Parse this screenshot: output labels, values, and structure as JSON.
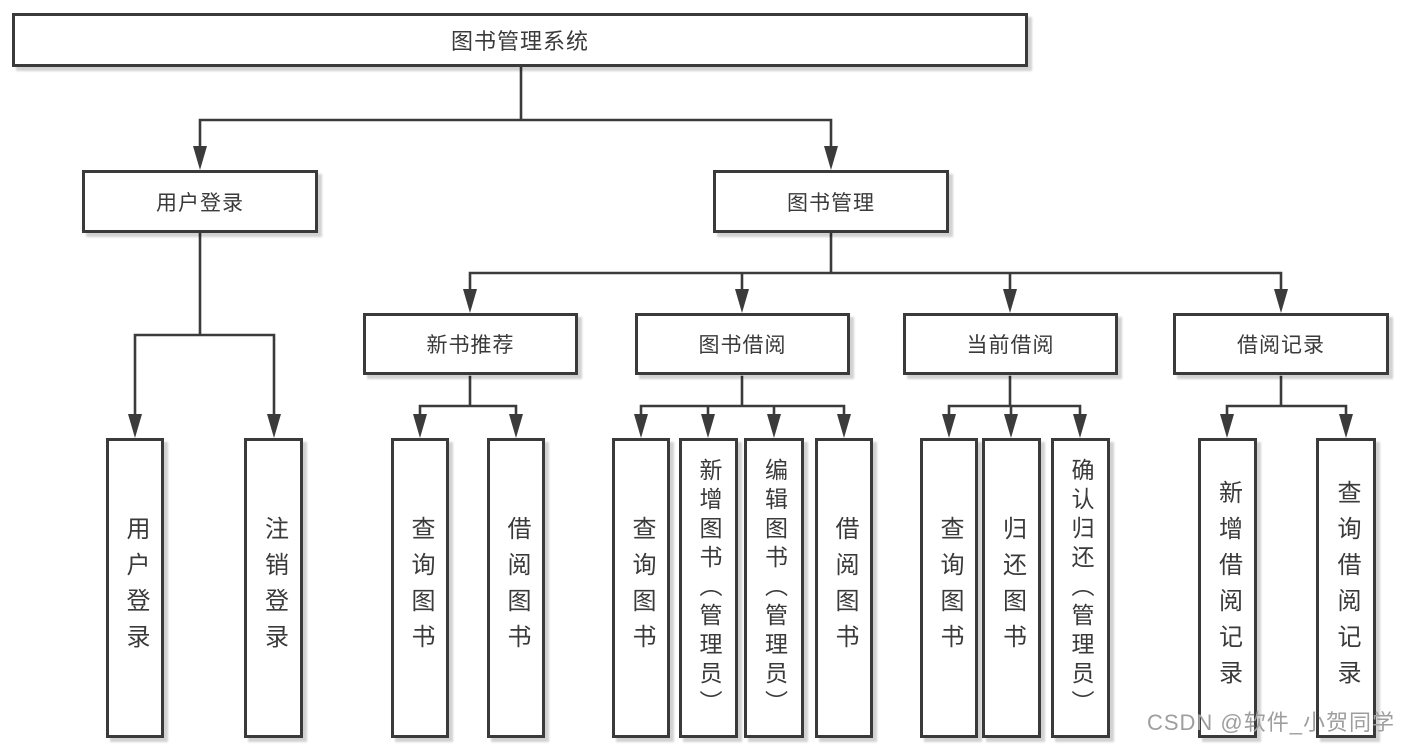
{
  "diagram_title": "图书管理系统",
  "tree": {
    "label": "图书管理系统",
    "children": [
      {
        "label": "用户登录",
        "children": [
          {
            "label": "用户登录"
          },
          {
            "label": "注销登录"
          }
        ]
      },
      {
        "label": "图书管理",
        "children": [
          {
            "label": "新书推荐",
            "children": [
              {
                "label": "查询图书"
              },
              {
                "label": "借阅图书"
              }
            ]
          },
          {
            "label": "图书借阅",
            "children": [
              {
                "label": "查询图书"
              },
              {
                "label": "新增图书（管理员）"
              },
              {
                "label": "编辑图书（管理员）"
              },
              {
                "label": "借阅图书"
              }
            ]
          },
          {
            "label": "当前借阅",
            "children": [
              {
                "label": "查询图书"
              },
              {
                "label": "归还图书"
              },
              {
                "label": "确认归还（管理员）"
              }
            ]
          },
          {
            "label": "借阅记录",
            "children": [
              {
                "label": "新增借阅记录"
              },
              {
                "label": "查询借阅记录"
              }
            ]
          }
        ]
      }
    ]
  },
  "watermark": "CSDN @软件_小贺同学",
  "colors": {
    "line": "#3b3b3b",
    "border": "#3a3a3a",
    "text": "#3a3a3a",
    "background": "#ffffff",
    "watermark_text": "#9e9e9e"
  }
}
